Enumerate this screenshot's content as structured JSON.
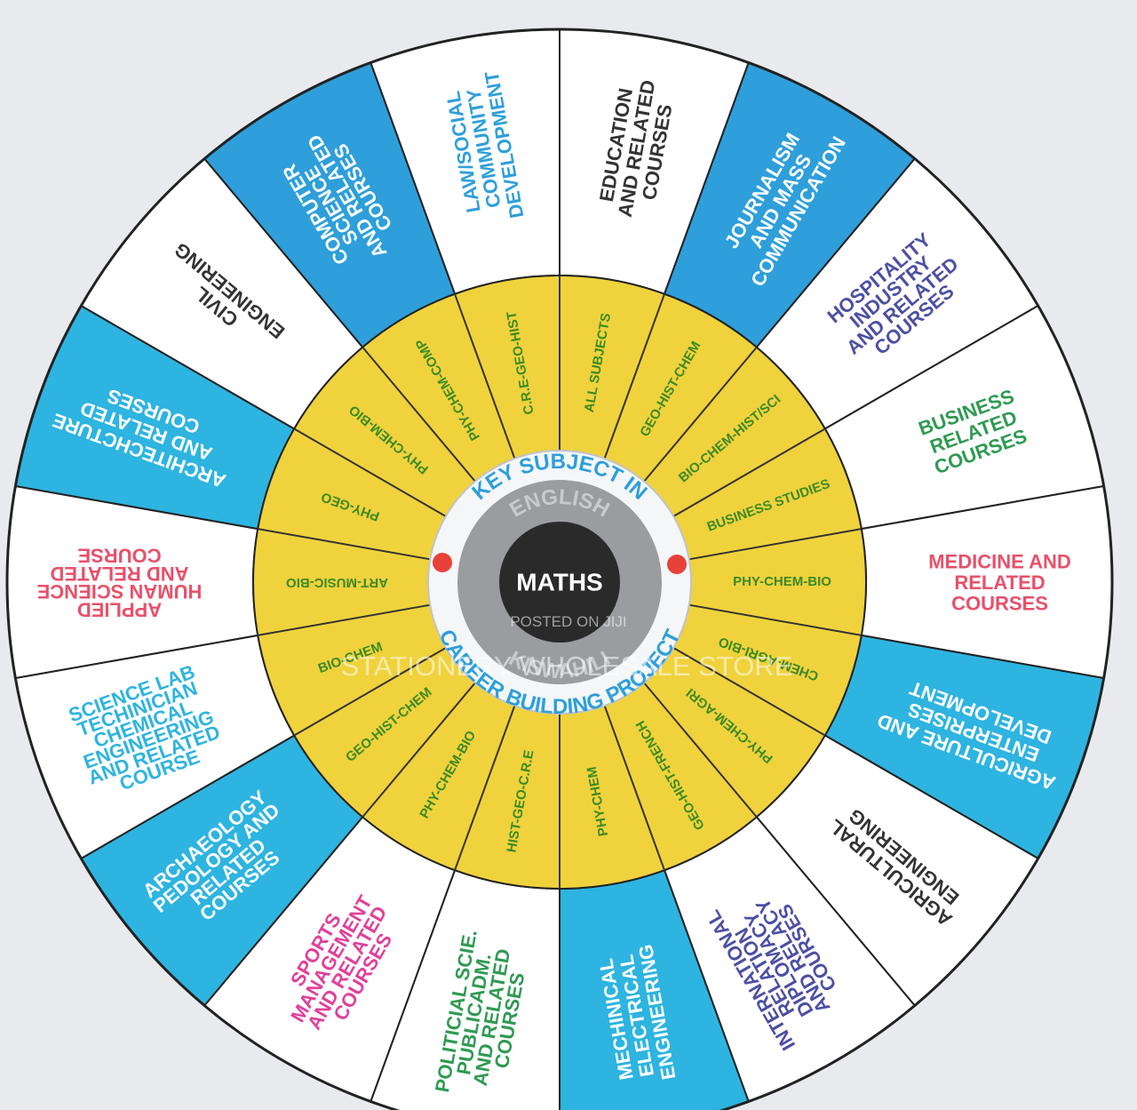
{
  "center": {
    "label": "MATHS"
  },
  "rings": {
    "core": "ENGLISH",
    "core_lower": "KISWAHILI",
    "upper_arc": "KEY SUBJECT IN",
    "lower_arc": "CAREER BUILDING PROJECT"
  },
  "watermark": {
    "small": "POSTED ON JIJI",
    "large": "STATIONERY WHOLESALE STORE"
  },
  "colors": {
    "blue_segment": "#2e9fda",
    "white_segment": "#ffffff",
    "inner_ring": "#f0d23c",
    "core_ring": "#9a9ca0",
    "center": "#2a2a2a",
    "dot": "#e8413a",
    "inner_text": "#3a8a25"
  },
  "outer_segments": [
    {
      "lines": [
        "LAW/SOCIAL",
        "COMMUNITY",
        "DEVELOPMENT"
      ],
      "fill": "#ffffff",
      "text": "#2e9fda"
    },
    {
      "lines": [
        "EDUCATION",
        "AND RELATED",
        "COURSES"
      ],
      "fill": "#ffffff",
      "text": "#333333"
    },
    {
      "lines": [
        "JOURNALISM",
        "AND MASS",
        "COMMUNICATION"
      ],
      "fill": "#2e9fda",
      "text": "#ffffff"
    },
    {
      "lines": [
        "HOSPITALITY",
        "INDUSTRY",
        "AND RELATED",
        "COURSES"
      ],
      "fill": "#ffffff",
      "text": "#4d4fa3"
    },
    {
      "lines": [
        "BUSINESS",
        "RELATED",
        "COURSES"
      ],
      "fill": "#ffffff",
      "text": "#2f9a52"
    },
    {
      "lines": [
        "MEDICINE AND",
        "RELATED",
        "COURSES"
      ],
      "fill": "#ffffff",
      "text": "#e8506a"
    },
    {
      "lines": [
        "AGRICULTURE AND",
        "ENTERPRISES",
        "DEVELOPMENT"
      ],
      "fill": "#2eb4e0",
      "text": "#ffffff"
    },
    {
      "lines": [
        "AGRICULTURAL",
        "ENGINEERING"
      ],
      "fill": "#ffffff",
      "text": "#333333"
    },
    {
      "lines": [
        "INTERNATIONAL",
        "RELATION",
        "DIPLOMACY",
        "AND RELACY",
        "COURSES"
      ],
      "fill": "#ffffff",
      "text": "#4d4fa3"
    },
    {
      "lines": [
        "MECHINICAL",
        "ELECTRICAL",
        "ENGINEERING"
      ],
      "fill": "#2eb4e0",
      "text": "#ffffff"
    },
    {
      "lines": [
        "POLITICIAL SCIE.",
        "PUBLICADM.",
        "AND RELATED",
        "COURSES"
      ],
      "fill": "#ffffff",
      "text": "#2f9a52"
    },
    {
      "lines": [
        "SPORTS",
        "MANAGEMENT",
        "AND RELATED",
        "COURSES"
      ],
      "fill": "#ffffff",
      "text": "#e0409a"
    },
    {
      "lines": [
        "ARCHAEOLOGY",
        "PEDOLOGY AND",
        "RELATED",
        "COURSES"
      ],
      "fill": "#2eb4e0",
      "text": "#ffffff"
    },
    {
      "lines": [
        "SCIENCE LAB",
        "TECHINICIAN",
        "CHEMICAL",
        "ENGINEERING",
        "AND RELATED",
        "COURSE"
      ],
      "fill": "#ffffff",
      "text": "#2eb4e0"
    },
    {
      "lines": [
        "APPLIED",
        "HUMAN SCIENCE",
        "AND RELATED",
        "COURSE"
      ],
      "fill": "#ffffff",
      "text": "#e8506a"
    },
    {
      "lines": [
        "ARCHITECHCTURE",
        "AND RELATED",
        "COURSES"
      ],
      "fill": "#2eb4e0",
      "text": "#ffffff"
    },
    {
      "lines": [
        "CIVIL",
        "ENGINEERING"
      ],
      "fill": "#ffffff",
      "text": "#333333"
    },
    {
      "lines": [
        "COMPUTER",
        "SCIENCE",
        "AND RELATED",
        "COURSES"
      ],
      "fill": "#2e9fda",
      "text": "#ffffff"
    }
  ],
  "inner_segments": [
    "C.R.E-GEO-HIST",
    "ALL SUBJECTS",
    "GEO-HIST-CHEM",
    "BIO-CHEM-HIST/SCI",
    "BUSINESS STUDIES",
    "PHY-CHEM-BIO",
    "CHEM-AGRI-BIO",
    "PHY-CHEM-AGRI",
    "GEO-HIST-FRENCH",
    "PHY-CHEM",
    "HIST-GEO-C.R.E",
    "PHY-CHEM-BIO",
    "GEO-HIST-CHEM",
    "BIO-CHEM",
    "ART-MUSIC-BIO",
    "PHY-GEO",
    "PHY-CHEM-BIO",
    "PHY-CHEM-COMP"
  ]
}
